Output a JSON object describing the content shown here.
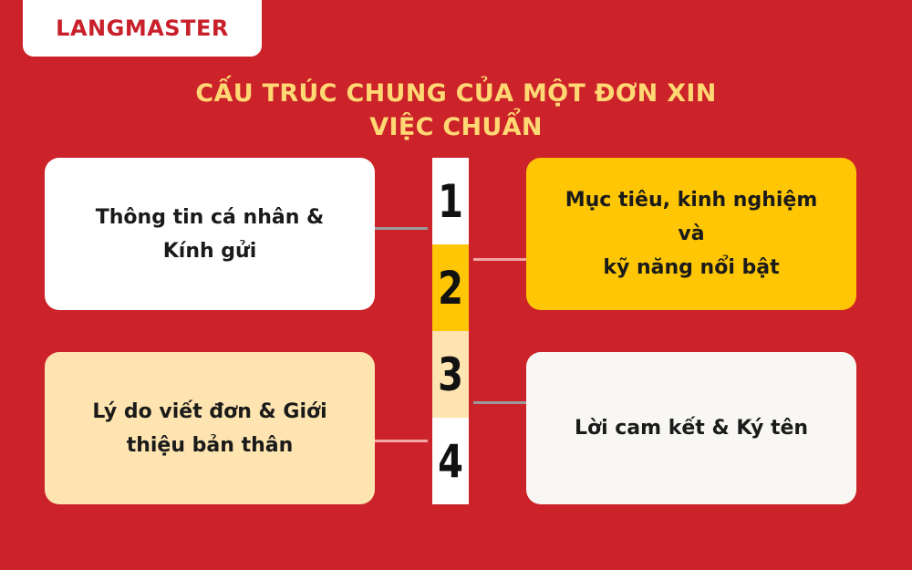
{
  "brand": {
    "logo": "LANGMASTER"
  },
  "title": {
    "line1": "CẤU TRÚC CHUNG CỦA MỘT ĐƠN XIN",
    "line2": "VIỆC CHUẨN"
  },
  "steps": [
    {
      "number": "1",
      "line1": "Thông tin cá nhân &",
      "line2": "Kính gửi",
      "color": "#ffffff"
    },
    {
      "number": "2",
      "line1": "Mục tiêu, kinh nghiệm và",
      "line2": "kỹ năng nổi bật",
      "color": "#fec605"
    },
    {
      "number": "3",
      "line1": "Lý do viết đơn & Giới",
      "line2": "thiệu bản thân",
      "color": "#fde4b0"
    },
    {
      "number": "4",
      "line1": "Lời cam kết & Ký tên",
      "line2": "",
      "color": "#f8f7f3"
    }
  ],
  "colors": {
    "background": "#cc2229",
    "title": "#ffd874",
    "brand": "#c8202a"
  }
}
